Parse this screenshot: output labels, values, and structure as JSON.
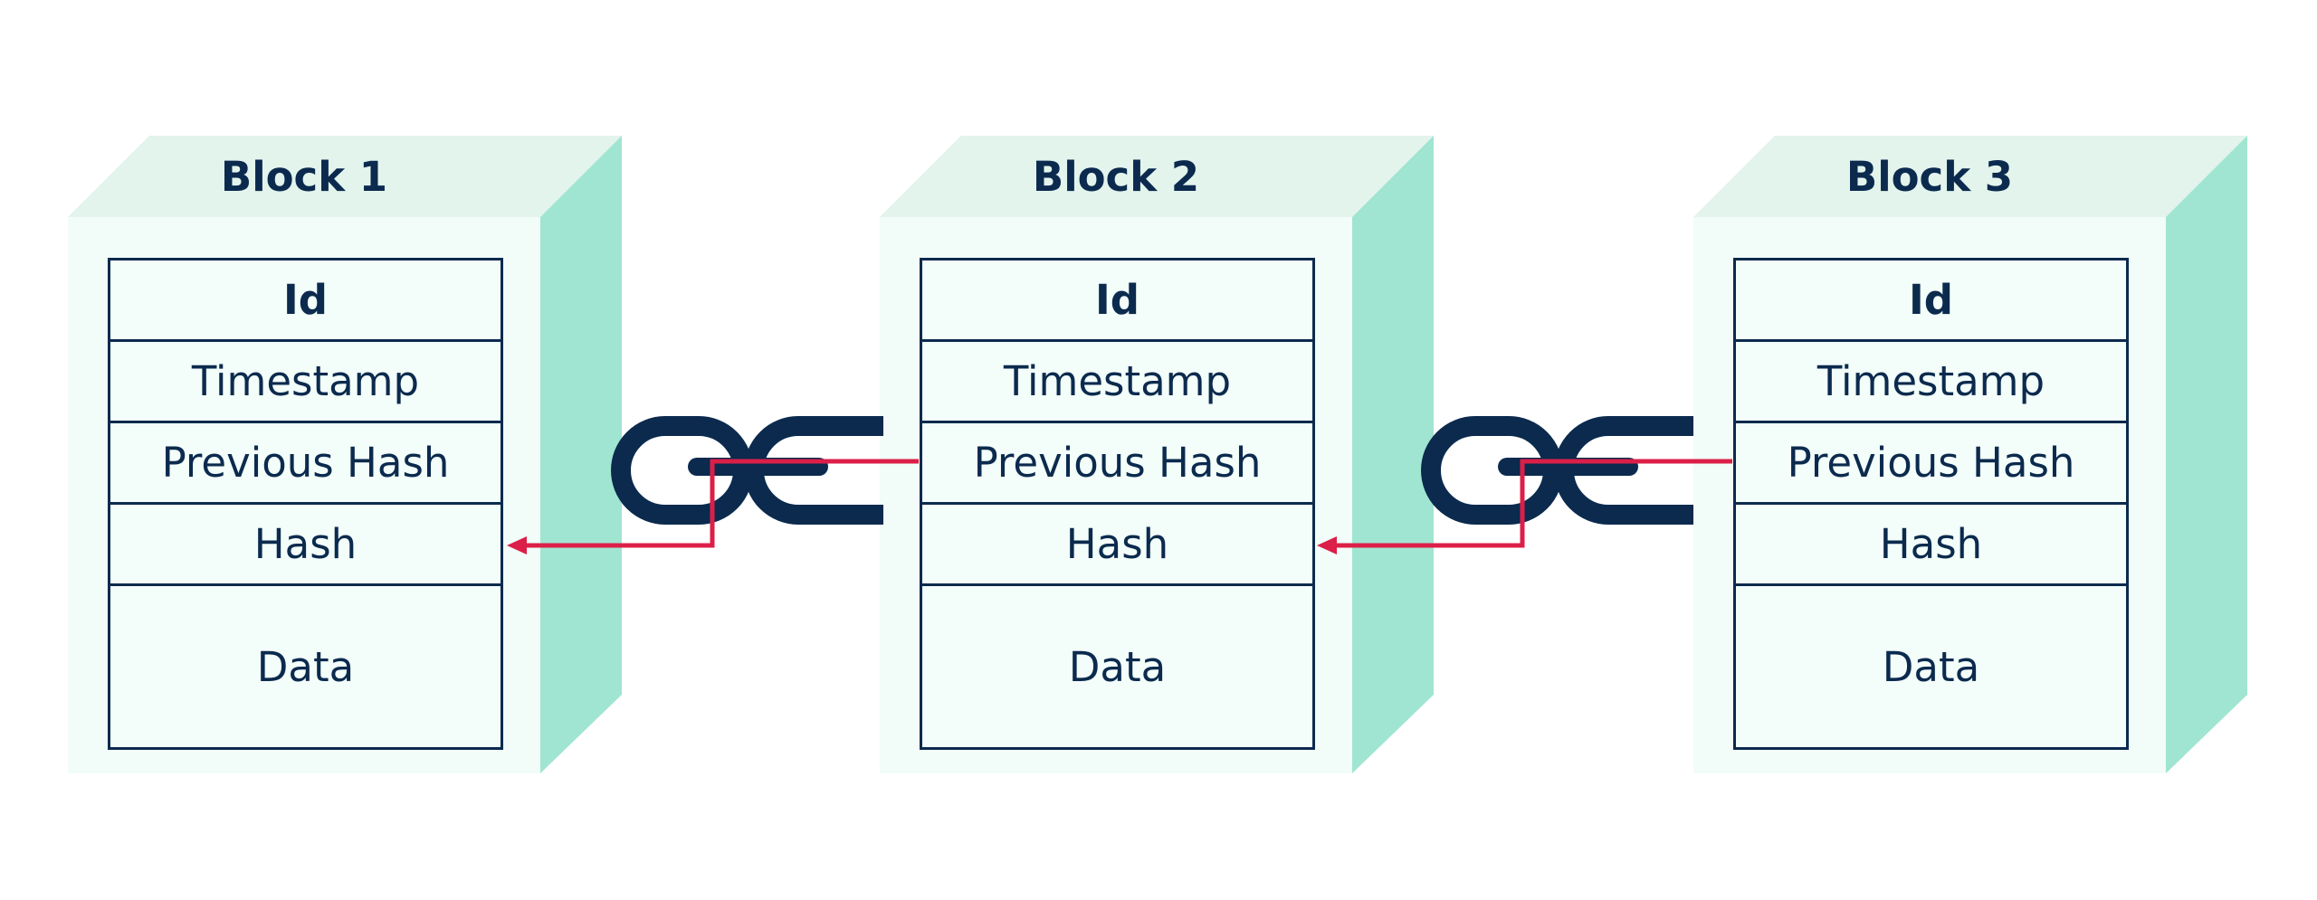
{
  "colors": {
    "chain": "#0b2a4e",
    "link_arrow": "#dc1f48",
    "cube_top": "#e2f4ec",
    "cube_side": "#a0e5d1",
    "cube_front": "#f2fcf8"
  },
  "blocks": [
    {
      "title": "Block 1",
      "fields": {
        "id": "Id",
        "timestamp": "Timestamp",
        "previous_hash": "Previous Hash",
        "hash": "Hash",
        "data": "Data"
      }
    },
    {
      "title": "Block 2",
      "fields": {
        "id": "Id",
        "timestamp": "Timestamp",
        "previous_hash": "Previous Hash",
        "hash": "Hash",
        "data": "Data"
      }
    },
    {
      "title": "Block 3",
      "fields": {
        "id": "Id",
        "timestamp": "Timestamp",
        "previous_hash": "Previous Hash",
        "hash": "Hash",
        "data": "Data"
      }
    }
  ],
  "connectors": [
    {
      "from": "Block 2",
      "from_field": "Previous Hash",
      "to": "Block 1",
      "to_field": "Hash",
      "icon": "chain-link-icon"
    },
    {
      "from": "Block 3",
      "from_field": "Previous Hash",
      "to": "Block 2",
      "to_field": "Hash",
      "icon": "chain-link-icon"
    }
  ]
}
